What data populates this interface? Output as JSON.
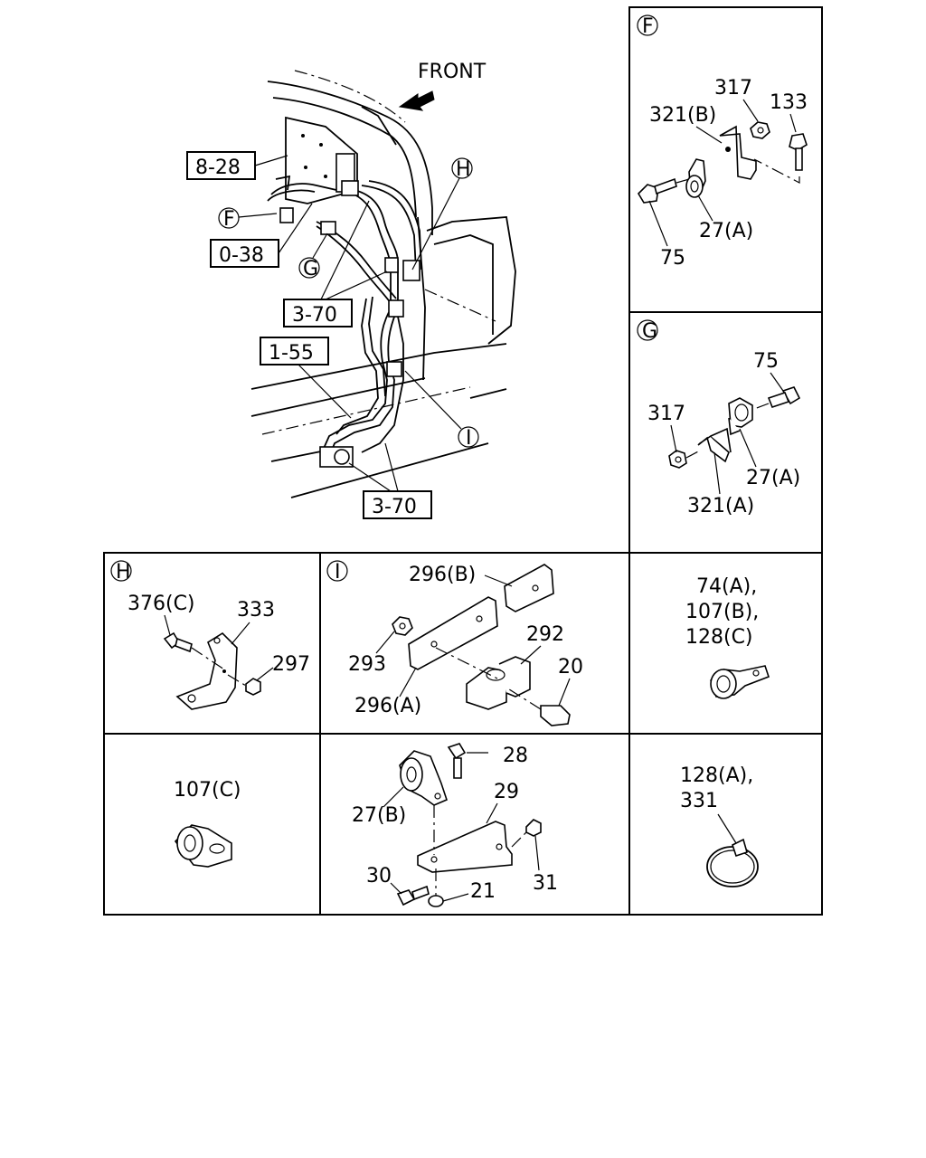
{
  "main_view": {
    "front_label": "FRONT",
    "boxed_refs": [
      "8-28",
      "0-38",
      "3-70",
      "1-55",
      "3-70"
    ],
    "circle_refs": [
      "F",
      "G",
      "H",
      "I"
    ]
  },
  "panel_F": {
    "letter": "F",
    "labels": [
      "317",
      "133",
      "321(B)",
      "75",
      "27(A)"
    ]
  },
  "panel_G": {
    "letter": "G",
    "labels": [
      "75",
      "317",
      "27(A)",
      "321(A)"
    ]
  },
  "panel_H": {
    "letter": "H",
    "labels": [
      "376(C)",
      "333",
      "297"
    ]
  },
  "panel_I": {
    "letter": "I",
    "labels": [
      "296(B)",
      "292",
      "293",
      "20",
      "296(A)"
    ]
  },
  "panel_clip": {
    "labels": [
      "74(A),",
      "107(B),",
      "128(C)"
    ]
  },
  "panel_107C": {
    "labels": [
      "107(C)"
    ]
  },
  "panel_bracket": {
    "labels": [
      "28",
      "29",
      "27(B)",
      "30",
      "21",
      "31"
    ]
  },
  "panel_tie": {
    "labels": [
      "128(A),",
      "331"
    ]
  }
}
